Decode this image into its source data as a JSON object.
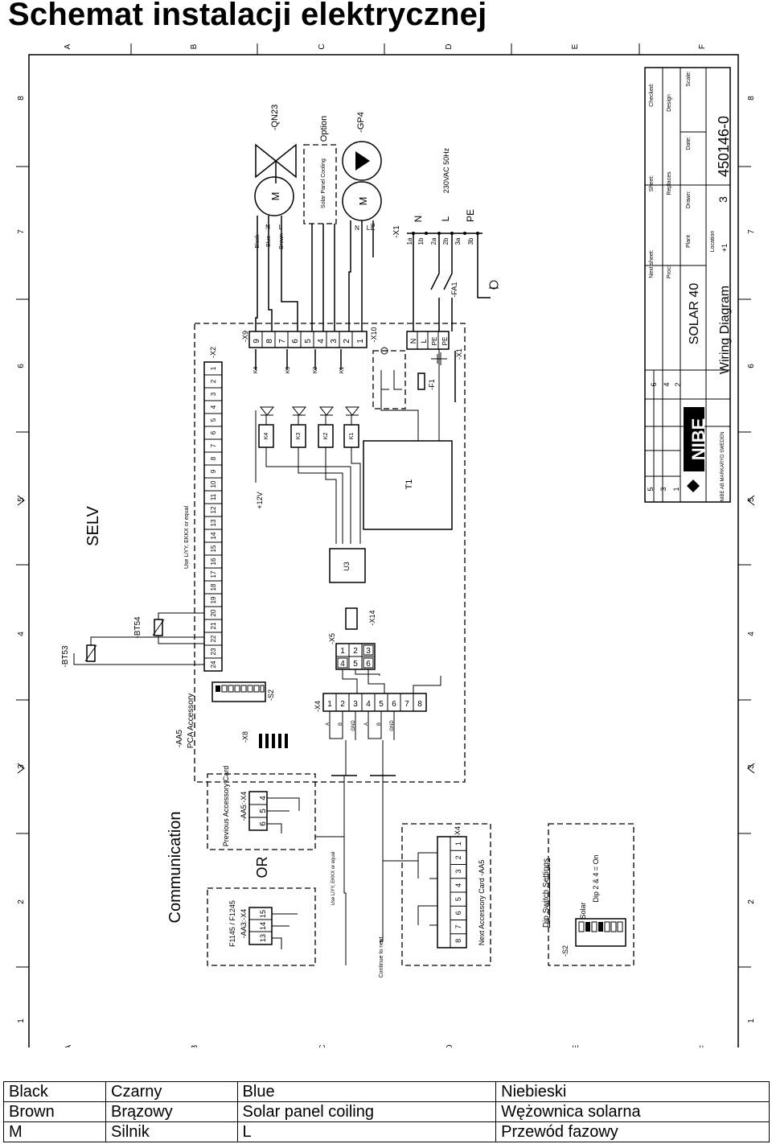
{
  "page_title": "Schemat instalacji elektrycznej",
  "border": {
    "top_letters": [
      "A",
      "B",
      "C",
      "D",
      "E",
      "F"
    ],
    "bottom_letters": [
      "A",
      "B",
      "C",
      "D",
      "E",
      "F"
    ],
    "left_numbers": [
      "8",
      "7",
      "6",
      "5",
      "4",
      "3",
      "2",
      "1"
    ],
    "right_numbers": [
      "8",
      "7",
      "6",
      "5",
      "4",
      "3",
      "2",
      "1"
    ]
  },
  "diagram": {
    "components": {
      "qn23": "-QN23",
      "option": "Option",
      "solar_panel_cooling": "Solar Panel Cooling",
      "gp4": "-GP4",
      "motor": "M",
      "wire_colors": [
        "Black",
        "Blue",
        "Brown"
      ],
      "nl_labels": [
        "N",
        "L"
      ],
      "pe_label": "PE",
      "x1": "-X1",
      "x1_terminals": [
        "1a",
        "1b",
        "2a",
        "2b",
        "3a",
        "3b"
      ],
      "supply": "230VAC 50Hz",
      "supply_labels": [
        "N",
        "L",
        "PE"
      ],
      "fa1": "-FA1",
      "x9": "-X9",
      "x9_terminals": [
        "9",
        "8",
        "7",
        "6",
        "5",
        "4",
        "3",
        "2",
        "1"
      ],
      "x10": "-X10",
      "x10_terminals": [
        "N",
        "L",
        "PE",
        "PE"
      ],
      "f1": "-F1",
      "x2": "-X2",
      "x2_terminals": [
        "1",
        "2",
        "3",
        "4",
        "5",
        "6",
        "7",
        "8",
        "9",
        "10",
        "11",
        "12",
        "13",
        "14",
        "15",
        "16",
        "17",
        "18",
        "19",
        "20",
        "21",
        "22",
        "23",
        "24"
      ],
      "relays": [
        "K4",
        "K3",
        "K2",
        "K1"
      ],
      "t1": "T1",
      "u3": "U3",
      "plus12v": "+12V",
      "selv": "SELV",
      "cable_note": "Use LiYY, EKKX or equal",
      "bt54": "-BT54",
      "bt53": "-BT53",
      "x14": "-X14",
      "x5": "-X5",
      "x5_terminals": [
        "1",
        "2",
        "3",
        "4",
        "5",
        "6"
      ],
      "x4": "-X4",
      "x4_terminals": [
        "1",
        "2",
        "3",
        "4",
        "5",
        "6",
        "7",
        "8"
      ],
      "ab_labels": [
        "A",
        "B",
        "GND",
        "A",
        "B",
        "GND"
      ],
      "s2": "-S2",
      "aa5": "-AA5",
      "pca": "PCA Accessory",
      "x8": "-X8",
      "communication": "Communication",
      "or": "OR",
      "previous_card": "Previous Accessory Card",
      "aa5_x4": "-AA5:-X4",
      "prev_terminals": [
        "6",
        "5",
        "4"
      ],
      "fmodels": "F1145 / F1245",
      "aa3_x4": "-AA3:-X4",
      "f_terminals": [
        "13",
        "14",
        "15"
      ],
      "continue": "Continue to next",
      "next_card": "Next Accessory Card -AA5",
      "next_terminals": [
        "8",
        "7",
        "6",
        "5",
        "4",
        "3",
        "2",
        "1"
      ],
      "dip_title": "Dip Switch Settings",
      "dip_solar": "Solar",
      "dip_setting": "Dip 2 & 4 = On"
    },
    "title_block": {
      "product": "SOLAR 40",
      "doc_type": "Wiring Diagram",
      "doc_number": "450146-0",
      "company": "NIBE",
      "company_address": "NIBE AB MARKARYD SWEDEN",
      "revision_rows": [
        "6",
        "4",
        "2"
      ],
      "left_rows": [
        "5",
        "3",
        "1"
      ],
      "fields": [
        "Checked:",
        "Scale:",
        "Design",
        "Date:",
        "Drawn:",
        "Plant",
        "Location",
        "Sheet:",
        "Replaces",
        "Next sheet:",
        "Proc:"
      ],
      "sheet": "3",
      "location": "+1"
    }
  },
  "legend": [
    [
      "Black",
      "Czarny",
      "Blue",
      "Niebieski"
    ],
    [
      "Brown",
      "Brązowy",
      "Solar panel coiling",
      "Wężownica solarna"
    ],
    [
      "M",
      "Silnik",
      "L",
      "Przewód fazowy"
    ]
  ]
}
